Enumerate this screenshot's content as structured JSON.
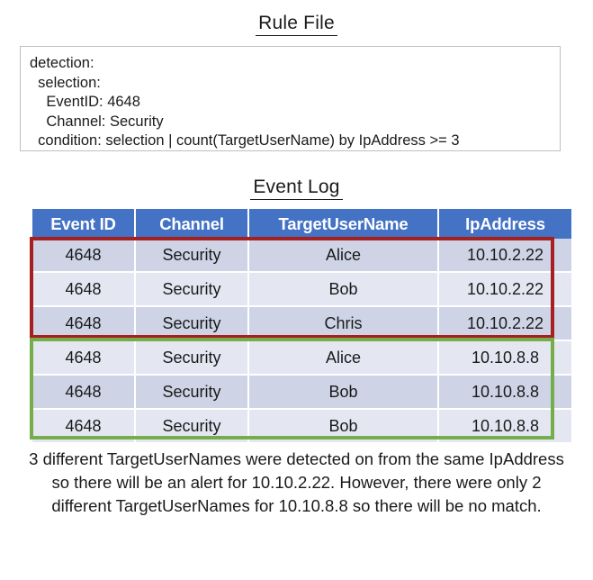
{
  "rule_section": {
    "title": "Rule File",
    "lines": [
      "detection:",
      "  selection:",
      "    EventID: 4648",
      "    Channel: Security",
      "  condition: selection | count(TargetUserName) by IpAddress >= 3"
    ]
  },
  "event_log_section": {
    "title": "Event Log",
    "columns": [
      "Event ID",
      "Channel",
      "TargetUserName",
      "IpAddress"
    ],
    "rows": [
      {
        "event_id": "4648",
        "channel": "Security",
        "target_user_name": "Alice",
        "ip_address": "10.10.2.22"
      },
      {
        "event_id": "4648",
        "channel": "Security",
        "target_user_name": "Bob",
        "ip_address": "10.10.2.22"
      },
      {
        "event_id": "4648",
        "channel": "Security",
        "target_user_name": "Chris",
        "ip_address": "10.10.2.22"
      },
      {
        "event_id": "4648",
        "channel": "Security",
        "target_user_name": "Alice",
        "ip_address": "10.10.8.8"
      },
      {
        "event_id": "4648",
        "channel": "Security",
        "target_user_name": "Bob",
        "ip_address": "10.10.8.8"
      },
      {
        "event_id": "4648",
        "channel": "Security",
        "target_user_name": "Bob",
        "ip_address": "10.10.8.8"
      }
    ]
  },
  "highlights": {
    "alert_group": {
      "label": "alert-group-10.10.2.22",
      "color": "#a62020",
      "rows": [
        0,
        1,
        2
      ]
    },
    "no_match_group": {
      "label": "no-match-group-10.10.8.8",
      "color": "#76ad4b",
      "rows": [
        3,
        4,
        5
      ]
    }
  },
  "caption": {
    "text": "3 different TargetUserNames were detected on from the same IpAddress so there will be an alert for 10.10.2.22. However, there were only 2 different TargetUserNames for 10.10.8.8 so there will be no match."
  },
  "colors": {
    "header_blue": "#4472c4",
    "row_dark": "#ced4e6",
    "row_light": "#e4e7f2",
    "alert_red": "#a62020",
    "match_green": "#76ad4b",
    "box_border": "#bfbfbf"
  }
}
